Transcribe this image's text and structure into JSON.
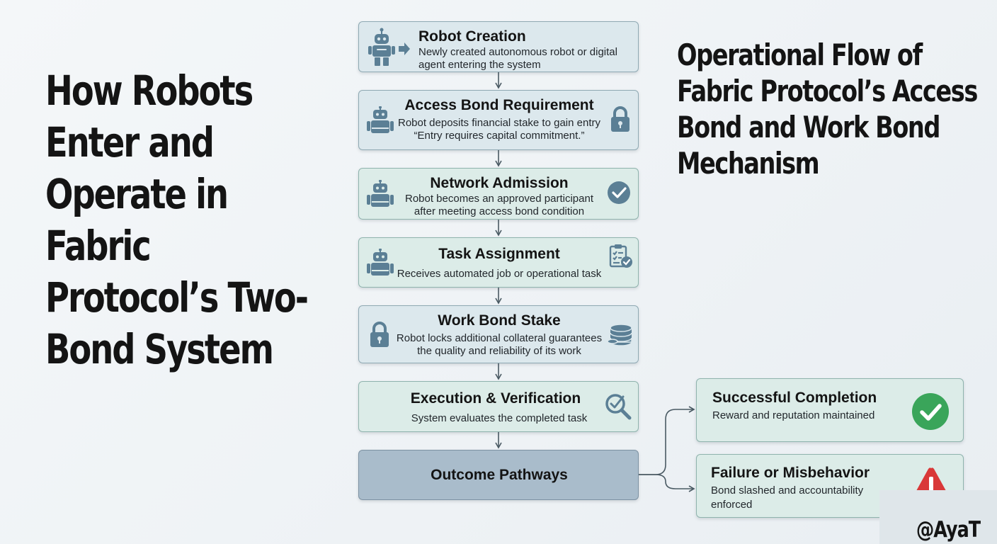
{
  "headline": [
    "How Robots",
    "Enter and",
    "Operate in",
    "Fabric",
    "Protocol’s Two-",
    "Bond System"
  ],
  "subhead": [
    "Operational Flow of",
    "Fabric Protocol’s Access",
    "Bond and Work Bond",
    "Mechanism"
  ],
  "steps": [
    {
      "title": "Robot Creation",
      "desc": [
        "Newly created autonomous robot or digital",
        "agent entering the system"
      ],
      "icon": "robot-icon"
    },
    {
      "title": "Access Bond Requirement",
      "desc": [
        "Robot deposits financial stake to gain entry",
        "“Entry requires capital commitment.”"
      ],
      "icon": "lock-icon"
    },
    {
      "title": "Network Admission",
      "desc": [
        "Robot becomes an approved participant",
        "after meeting access bond condition"
      ],
      "icon": "check-circle-icon"
    },
    {
      "title": "Task Assignment",
      "desc": [
        "Receives automated job or operational task"
      ],
      "icon": "clipboard-check-icon"
    },
    {
      "title": "Work Bond Stake",
      "desc": [
        "Robot locks additional collateral guarantees",
        "the quality and reliability of its work"
      ],
      "icon": "coin-stack-icon"
    },
    {
      "title": "Execution & Verification",
      "desc": [
        "System evaluates the completed task"
      ],
      "icon": "magnifier-check-icon"
    },
    {
      "title": "Outcome Pathways"
    }
  ],
  "outcomes": {
    "success": {
      "title": "Successful Completion",
      "desc": "Reward and reputation maintained",
      "icon": "green-check-icon"
    },
    "failure": {
      "title": "Failure or Misbehavior",
      "desc": [
        "Bond slashed and accountability",
        "enforced"
      ],
      "icon": "warning-triangle-icon"
    }
  },
  "signature": "@AyaT",
  "colors": {
    "node_blue": "#dce8ed",
    "node_green": "#dcece8",
    "node_dark": "#a9bccb",
    "success": "#3aa55a",
    "warning": "#d93838",
    "icon": "#5b7f95"
  }
}
